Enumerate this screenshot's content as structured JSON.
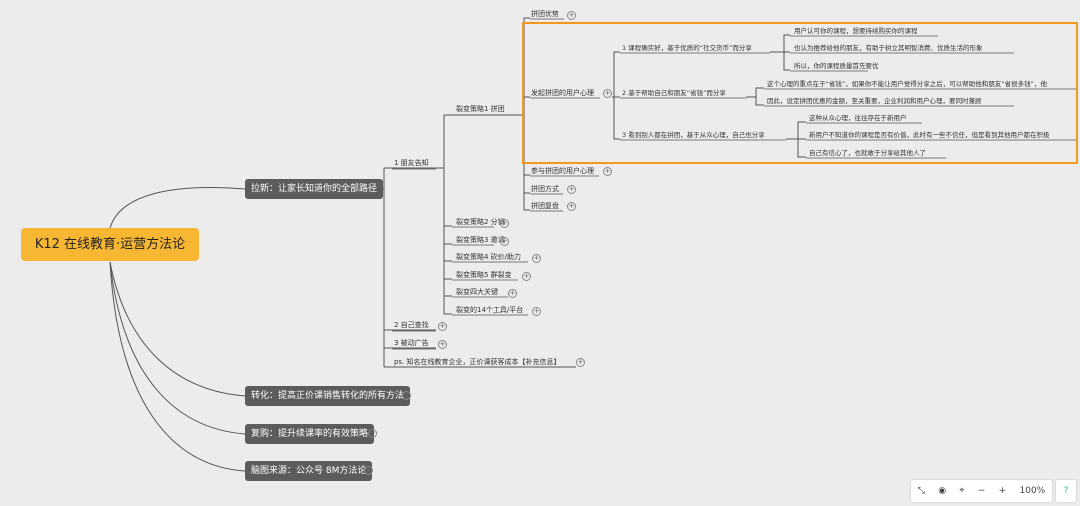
{
  "root": "K12 在线教育·运营方法论",
  "categories": [
    "拉新：让家长知道你的全部路径",
    "转化：提高正价课销售转化的所有方法",
    "复购：提升续课率的有效策略",
    "脑图来源：公众号 8M方法论"
  ],
  "level2": {
    "friend": "1 朋友告知",
    "self_find": "2 自己查找",
    "passive_ad": "3 被动广告",
    "ps": "ps. 知名在线教育企业，正价课获客成本【补充信息】"
  },
  "strategies": [
    "裂变策略1 拼团",
    "裂变策略2 分销",
    "裂变策略3 邀请",
    "裂变策略4 砍价/助力",
    "裂变策略5 群裂变",
    "裂变四大关键",
    "裂变的14个工具/平台"
  ],
  "pintuan": {
    "advantage": "拼团优势",
    "initiate": "发起拼团的用户心理",
    "participate": "参与拼团的用户心理",
    "method": "拼团方式",
    "review": "拼团复盘"
  },
  "psychology": [
    "1 课程确实好，基于优质的“社交货币”而分享",
    "2 基于帮助自己和朋友“省钱”而分享",
    "3 看到别人都在拼团，基于从众心理，自己也分享"
  ],
  "details": {
    "d1": "用户认可你的课程，想要持续购买你的课程",
    "d2": "也认为推荐给他的朋友，有助于树立其明智消费、优质生活的形象",
    "d3": "所以，你的课程质量首先要优",
    "d4": "这个心理的重点在于“省钱”，如果你不能让用户觉得分享之后，可以帮助他和朋友“省很多钱”，他",
    "d5": "因此，设定拼团优惠的金额，至关重要，企业利润和用户心理，要同时兼顾",
    "d6": "这种从众心理，往往存在于新用户",
    "d7": "新用户不知道你的课程是否有价值，此时有一些不信任，但是看到其他用户都在积极",
    "d8": "自己有信心了，也就敢于分享给其他人了"
  },
  "toolbar": {
    "zoom": "100%",
    "minus": "−",
    "plus": "+"
  },
  "colors": {
    "root": "#f7b733",
    "category": "#5c5c5c",
    "highlight": "#f39a1e",
    "line": "#555555"
  }
}
